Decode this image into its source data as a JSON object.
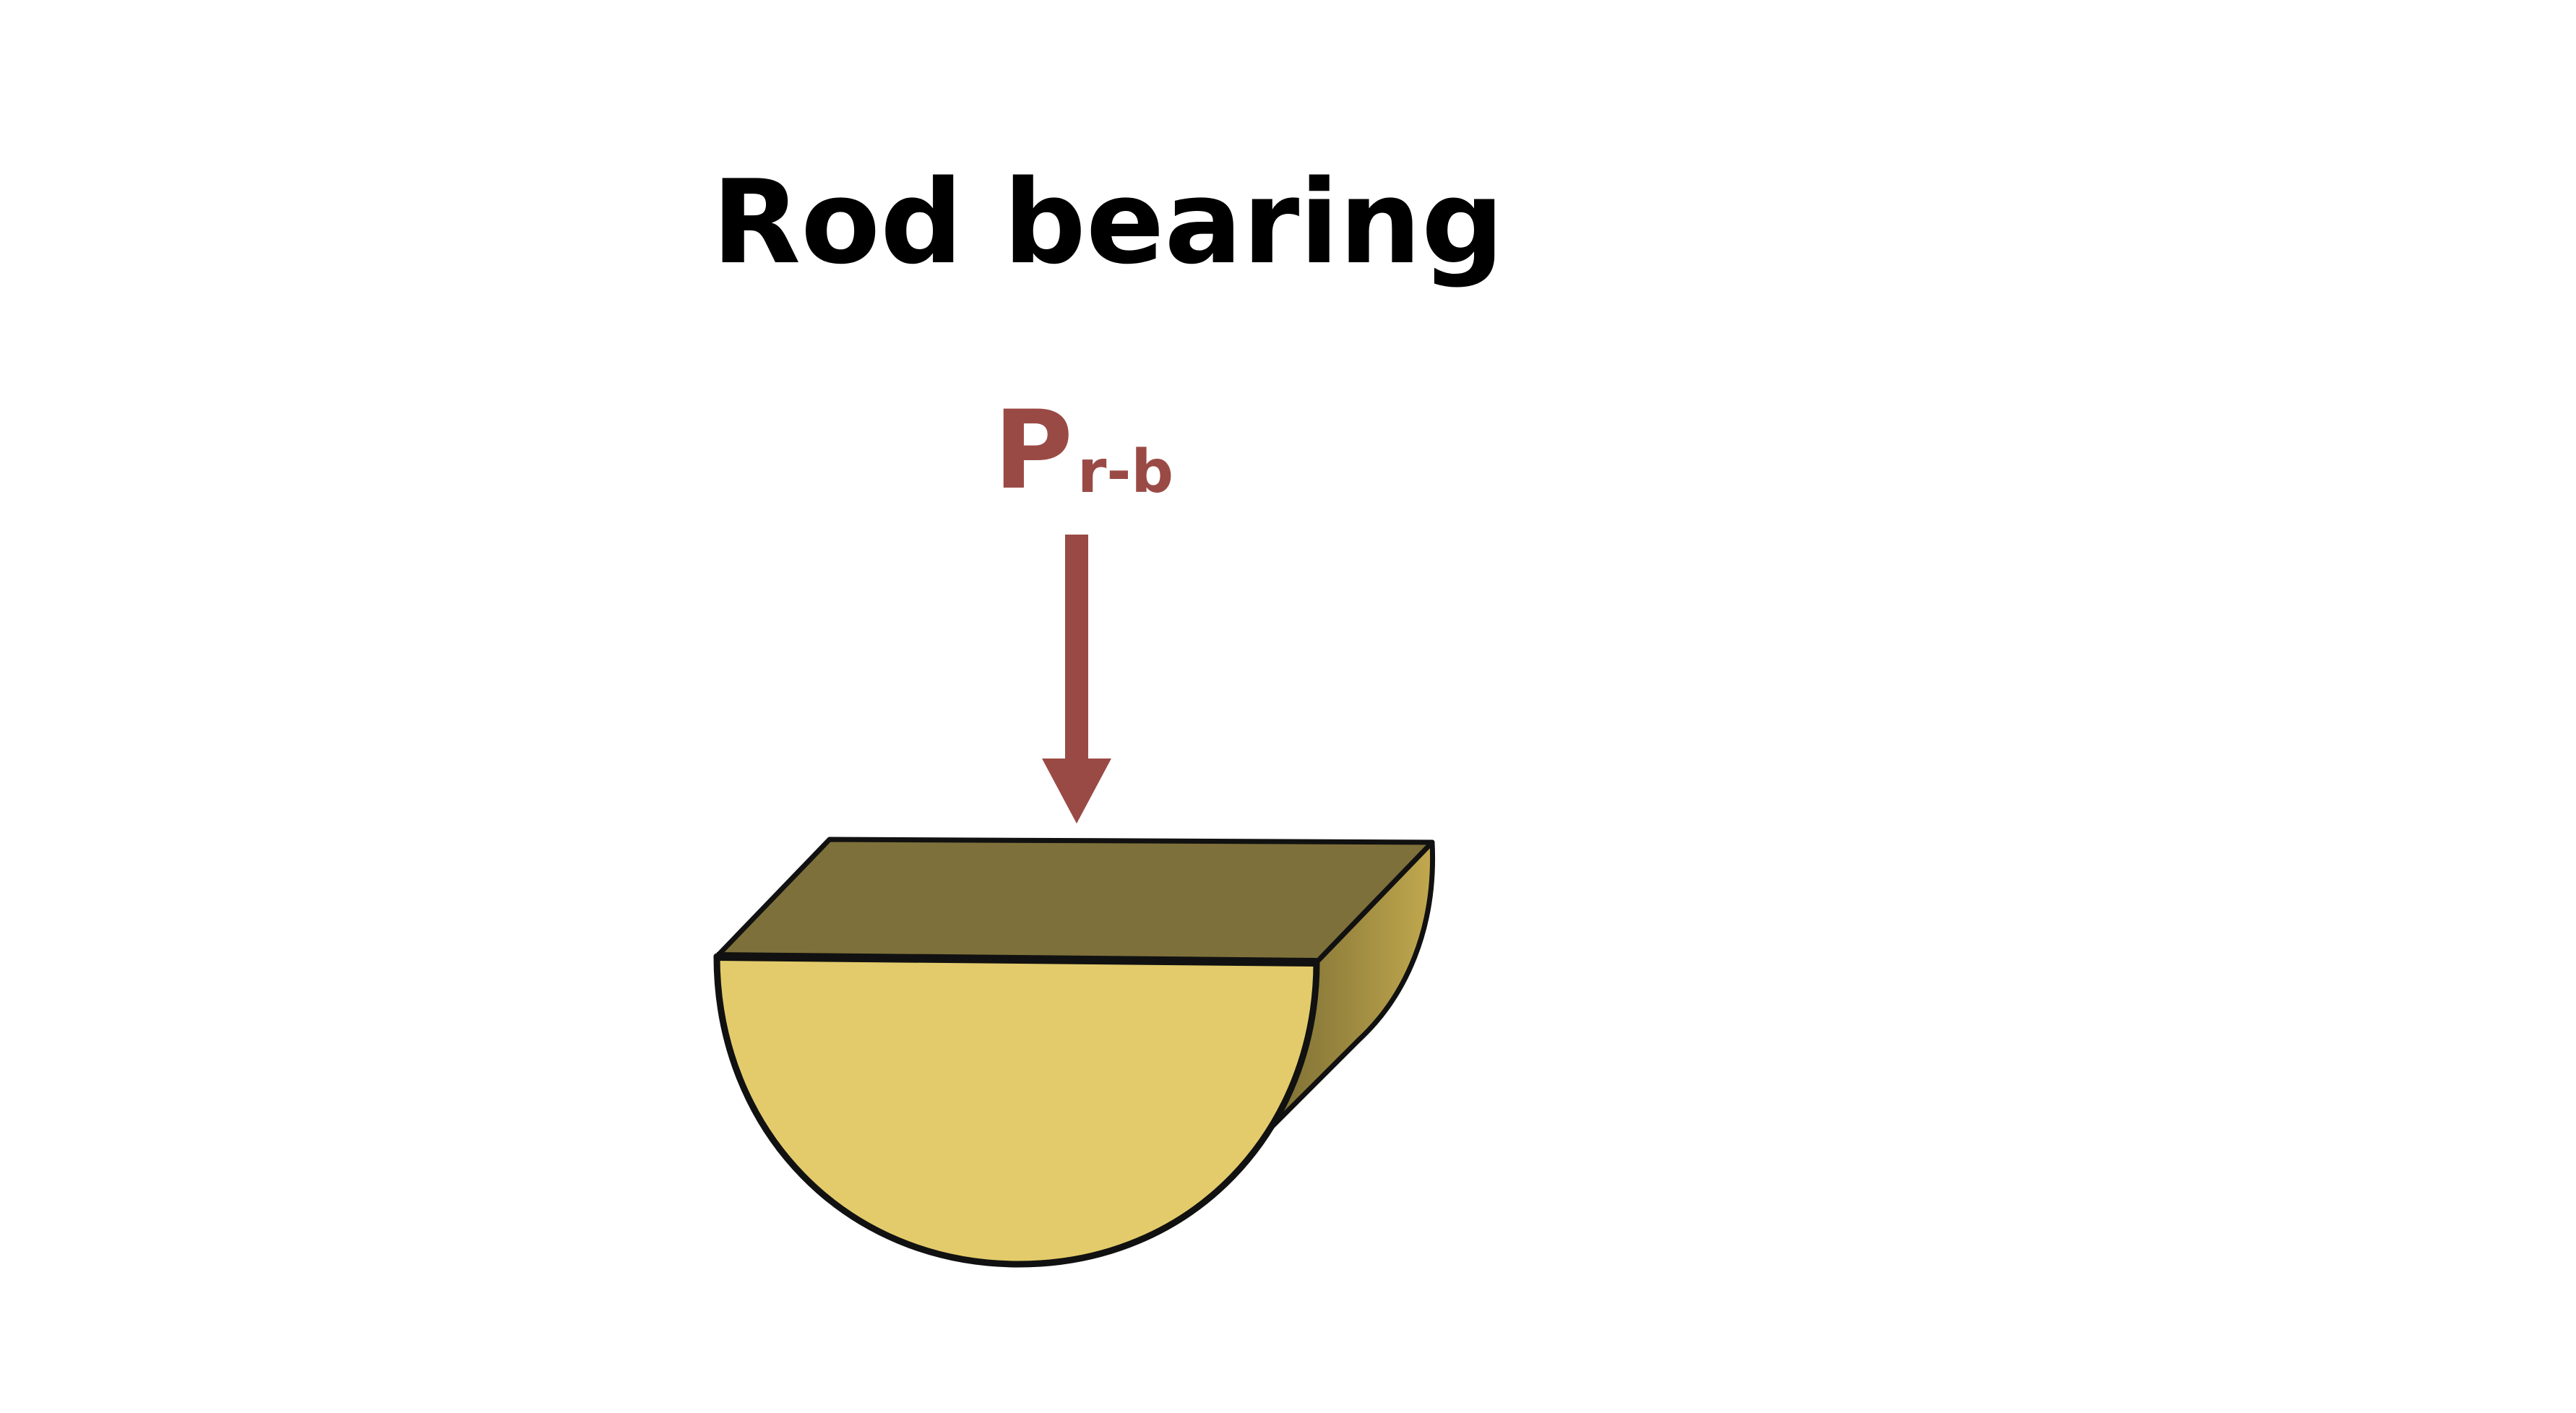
{
  "title": "Rod bearing",
  "force_label": {
    "symbol": "P",
    "subscript": "r-b"
  },
  "colors": {
    "background": "#ffffff",
    "title": "#000000",
    "force": "#9a4a45",
    "block_top": "#7e703a",
    "block_front": "#e3cb6b",
    "block_side_dark": "#6e6430",
    "block_side_light": "#c2a94f",
    "outline": "#111111"
  }
}
